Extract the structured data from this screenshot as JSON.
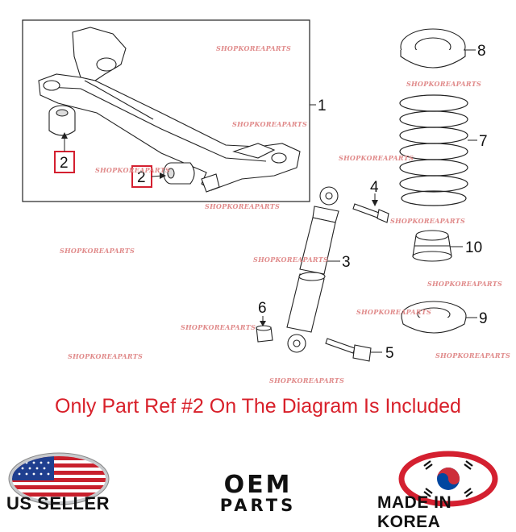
{
  "callouts": {
    "c1": "1",
    "c2a": "2",
    "c2b": "2",
    "c3": "3",
    "c4": "4",
    "c5": "5",
    "c6": "6",
    "c7": "7",
    "c8": "8",
    "c9": "9",
    "c10": "10"
  },
  "watermark": "SHOPKOREAPARTS",
  "notice": "Only Part Ref #2 On The Diagram Is Included",
  "badges": {
    "us_seller": "US SELLER",
    "oem_line1": "OEM",
    "oem_line2": "PARTS",
    "made_in": "MADE IN KOREA"
  },
  "colors": {
    "notice_red": "#d8202a",
    "highlight_red": "#d42030",
    "flag_blue": "#1f3f8f",
    "flag_red": "#c8202c",
    "korea_red": "#cd2e3a",
    "korea_blue": "#0047a0"
  }
}
